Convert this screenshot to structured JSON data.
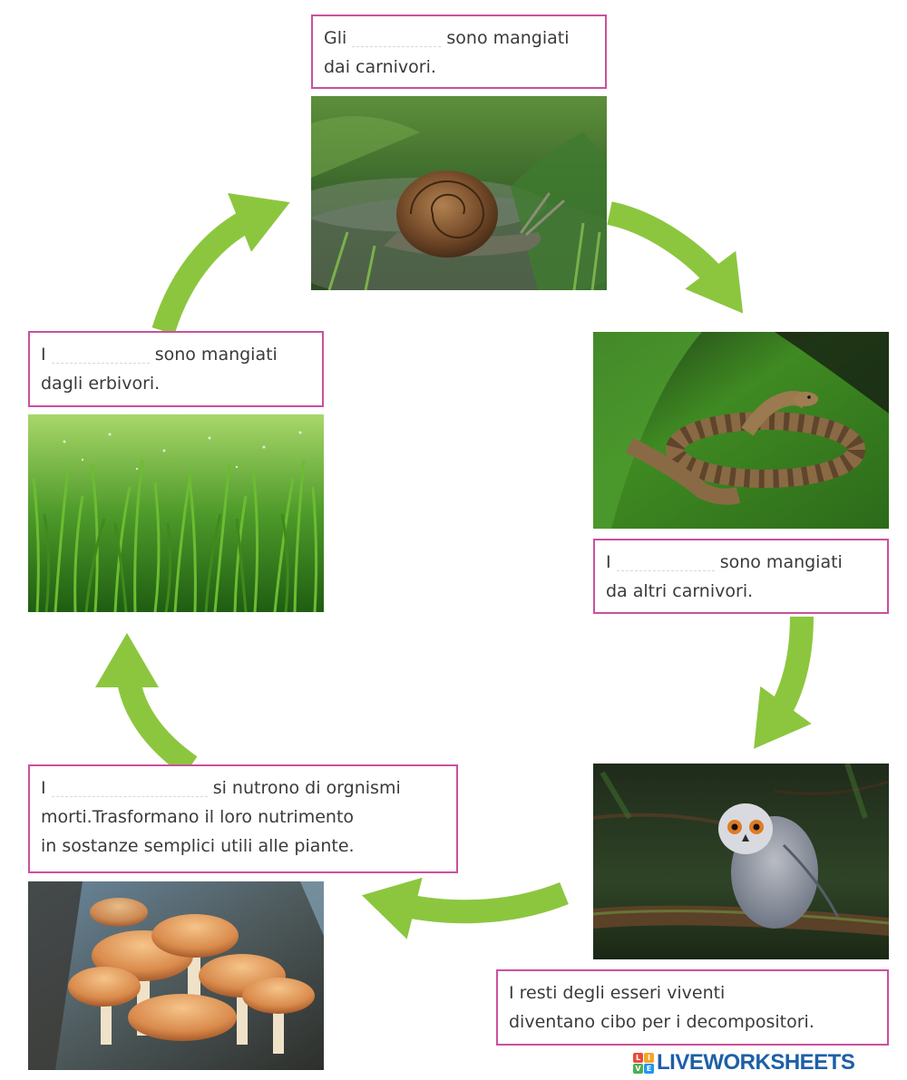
{
  "cards": {
    "herbivores": {
      "prefix": "Gli",
      "suffix": "sono mangiati",
      "line2": "dai carnivori."
    },
    "plants": {
      "prefix": "I",
      "suffix": "sono mangiati",
      "line2": "dagli erbivori."
    },
    "carnivores": {
      "prefix": "I",
      "suffix": "sono mangiati",
      "line2": "da altri carnivori."
    },
    "decomposers": {
      "prefix": "I",
      "suffix": "si nutrono di orgnismi",
      "line2": "morti.Trasformano il loro nutrimento",
      "line3": "in sostanze semplici utili alle piante."
    },
    "remains": {
      "line1": "I resti degli esseri viventi",
      "line2": "diventano cibo per i decompositori."
    }
  },
  "logo": {
    "text": "LIVEWORKSHEETS",
    "mark": [
      "L",
      "I",
      "V",
      "E"
    ]
  },
  "colors": {
    "arrow": "#8cc63f",
    "border": "#c9519e",
    "logo": "#1d5fa8"
  }
}
